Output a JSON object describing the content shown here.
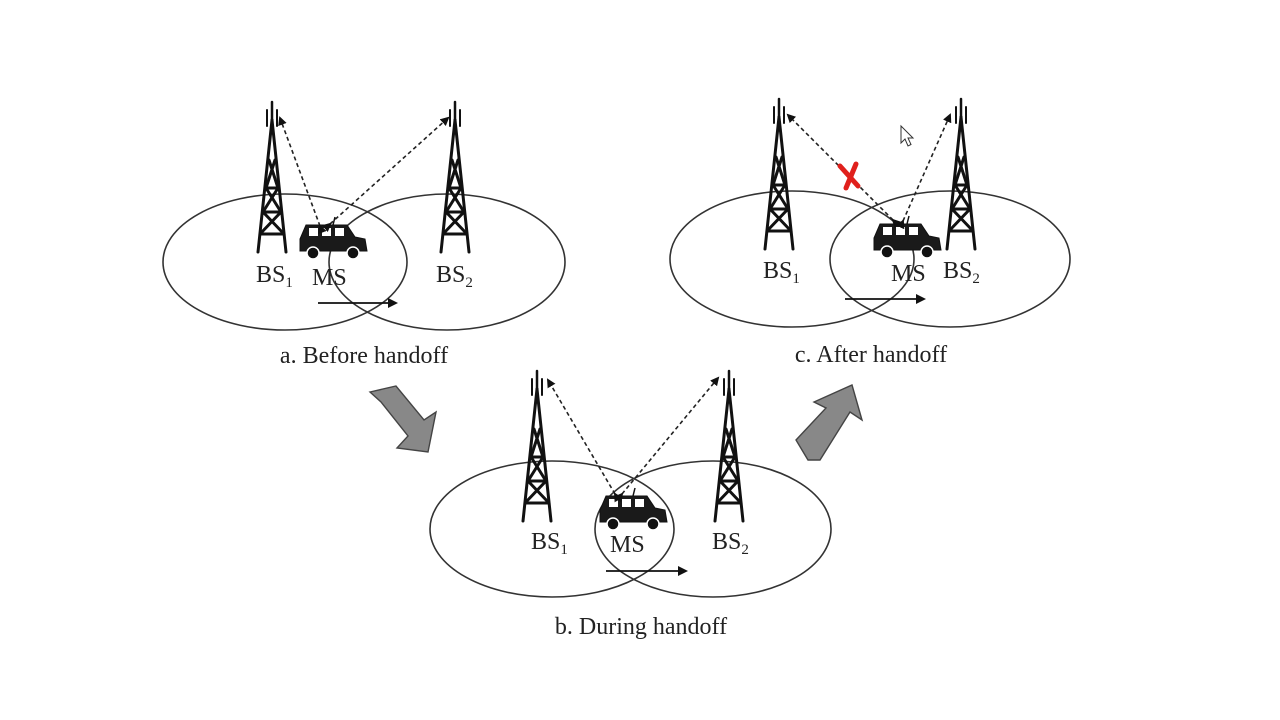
{
  "panels": {
    "before": {
      "caption": "a. Before handoff",
      "bs1_label": "BS",
      "bs1_sub": "1",
      "bs2_label": "BS",
      "bs2_sub": "2",
      "ms_label": "MS"
    },
    "during": {
      "caption": "b. During handoff",
      "bs1_label": "BS",
      "bs1_sub": "1",
      "bs2_label": "BS",
      "bs2_sub": "2",
      "ms_label": "MS"
    },
    "after": {
      "caption": "c. After handoff",
      "bs1_label": "BS",
      "bs1_sub": "1",
      "bs2_label": "BS",
      "bs2_sub": "2",
      "ms_label": "MS"
    }
  },
  "colors": {
    "background": "#ffffff",
    "line": "#222222",
    "flow_arrow": "#888888",
    "broken_link": "#e0201c"
  },
  "icons": {
    "tower": "cell-tower-icon",
    "vehicle": "car-icon",
    "broken_link": "red-x-icon",
    "cursor": "mouse-pointer-icon"
  }
}
